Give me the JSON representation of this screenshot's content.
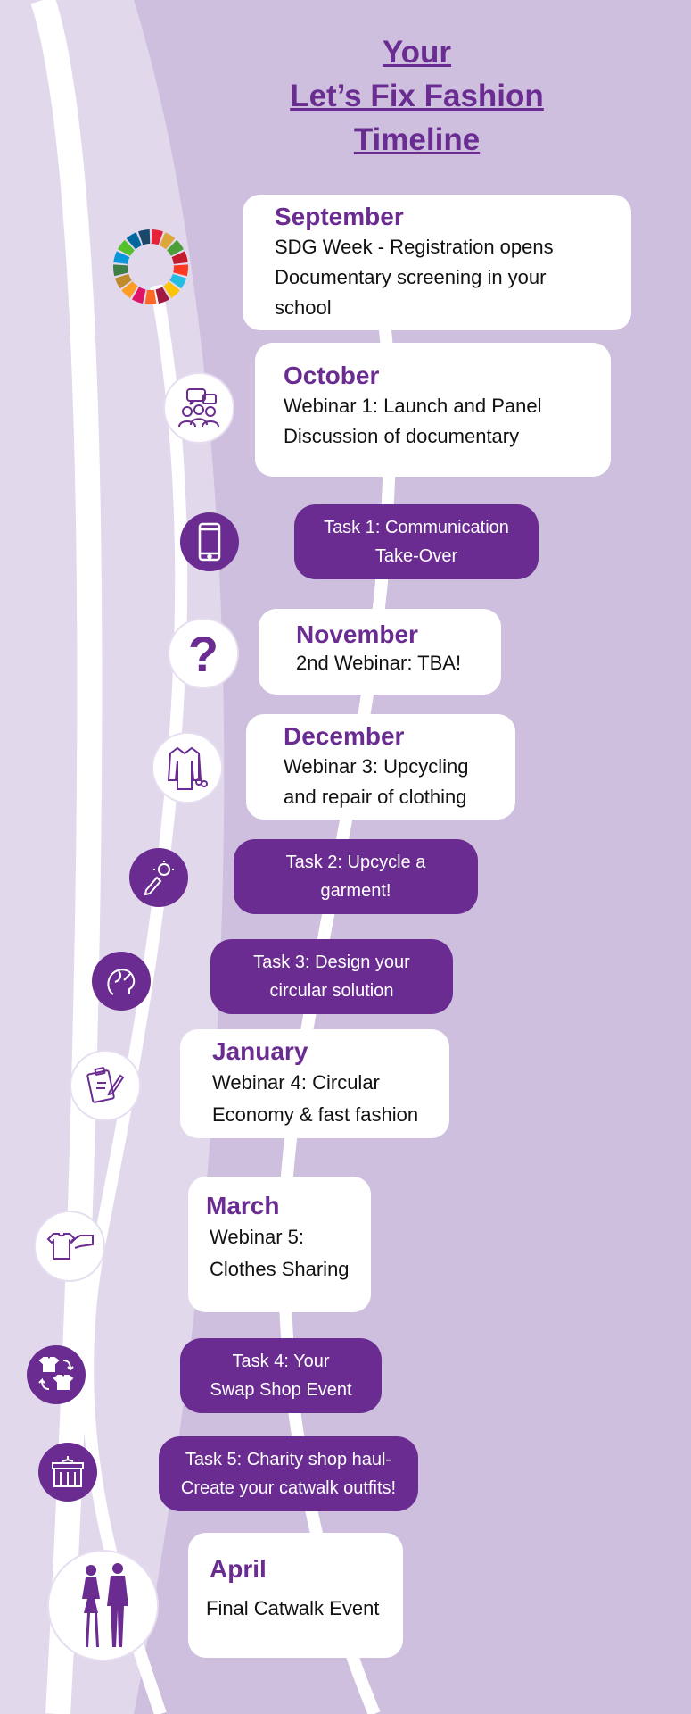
{
  "title": {
    "line1": "Your ",
    "line2": "Let’s Fix Fashion",
    "line3": "Timeline"
  },
  "colors": {
    "purple": "#6a2c91",
    "background": "#cdbfdd",
    "ribbon": "#e1d8ec",
    "card": "#ffffff"
  },
  "events": [
    {
      "month": "September",
      "lines": [
        "SDG Week - Registration opens",
        "Documentary screening in your",
        "school"
      ],
      "icon": "sdg-wheel-icon"
    },
    {
      "month": "October",
      "lines": [
        "Webinar 1: Launch and Panel",
        "Discussion of documentary"
      ],
      "icon": "discussion-group-icon"
    },
    {
      "month": "November",
      "lines": [
        "2nd Webinar: TBA!"
      ],
      "icon": "question-mark-icon"
    },
    {
      "month": "December",
      "lines": [
        "Webinar 3: Upcycling",
        "and repair of clothing"
      ],
      "icon": "sewing-icon"
    },
    {
      "month": "January",
      "lines": [
        "Webinar 4: Circular",
        "Economy & fast fashion"
      ],
      "icon": "clipboard-pen-icon"
    },
    {
      "month": "March",
      "lines": [
        "Webinar 5:",
        "Clothes Sharing"
      ],
      "icon": "hand-shirt-icon"
    },
    {
      "month": "April",
      "lines": [
        "Final Catwalk Event"
      ],
      "icon": "catwalk-couple-icon"
    }
  ],
  "tasks": [
    {
      "lines": [
        "Task 1: Communication",
        "Take-Over"
      ],
      "icon": "smartphone-icon"
    },
    {
      "lines": [
        "Task 2: Upcycle a",
        "garment!"
      ],
      "icon": "idea-pen-icon"
    },
    {
      "lines": [
        "Task 3: Design your",
        "circular solution"
      ],
      "icon": "design-head-icon"
    },
    {
      "lines": [
        "Task 4: Your",
        "Swap Shop Event"
      ],
      "icon": "clothes-swap-icon"
    },
    {
      "lines": [
        "Task 5: Charity shop haul-",
        "Create your catwalk outfits!"
      ],
      "icon": "charity-shop-icon"
    }
  ]
}
